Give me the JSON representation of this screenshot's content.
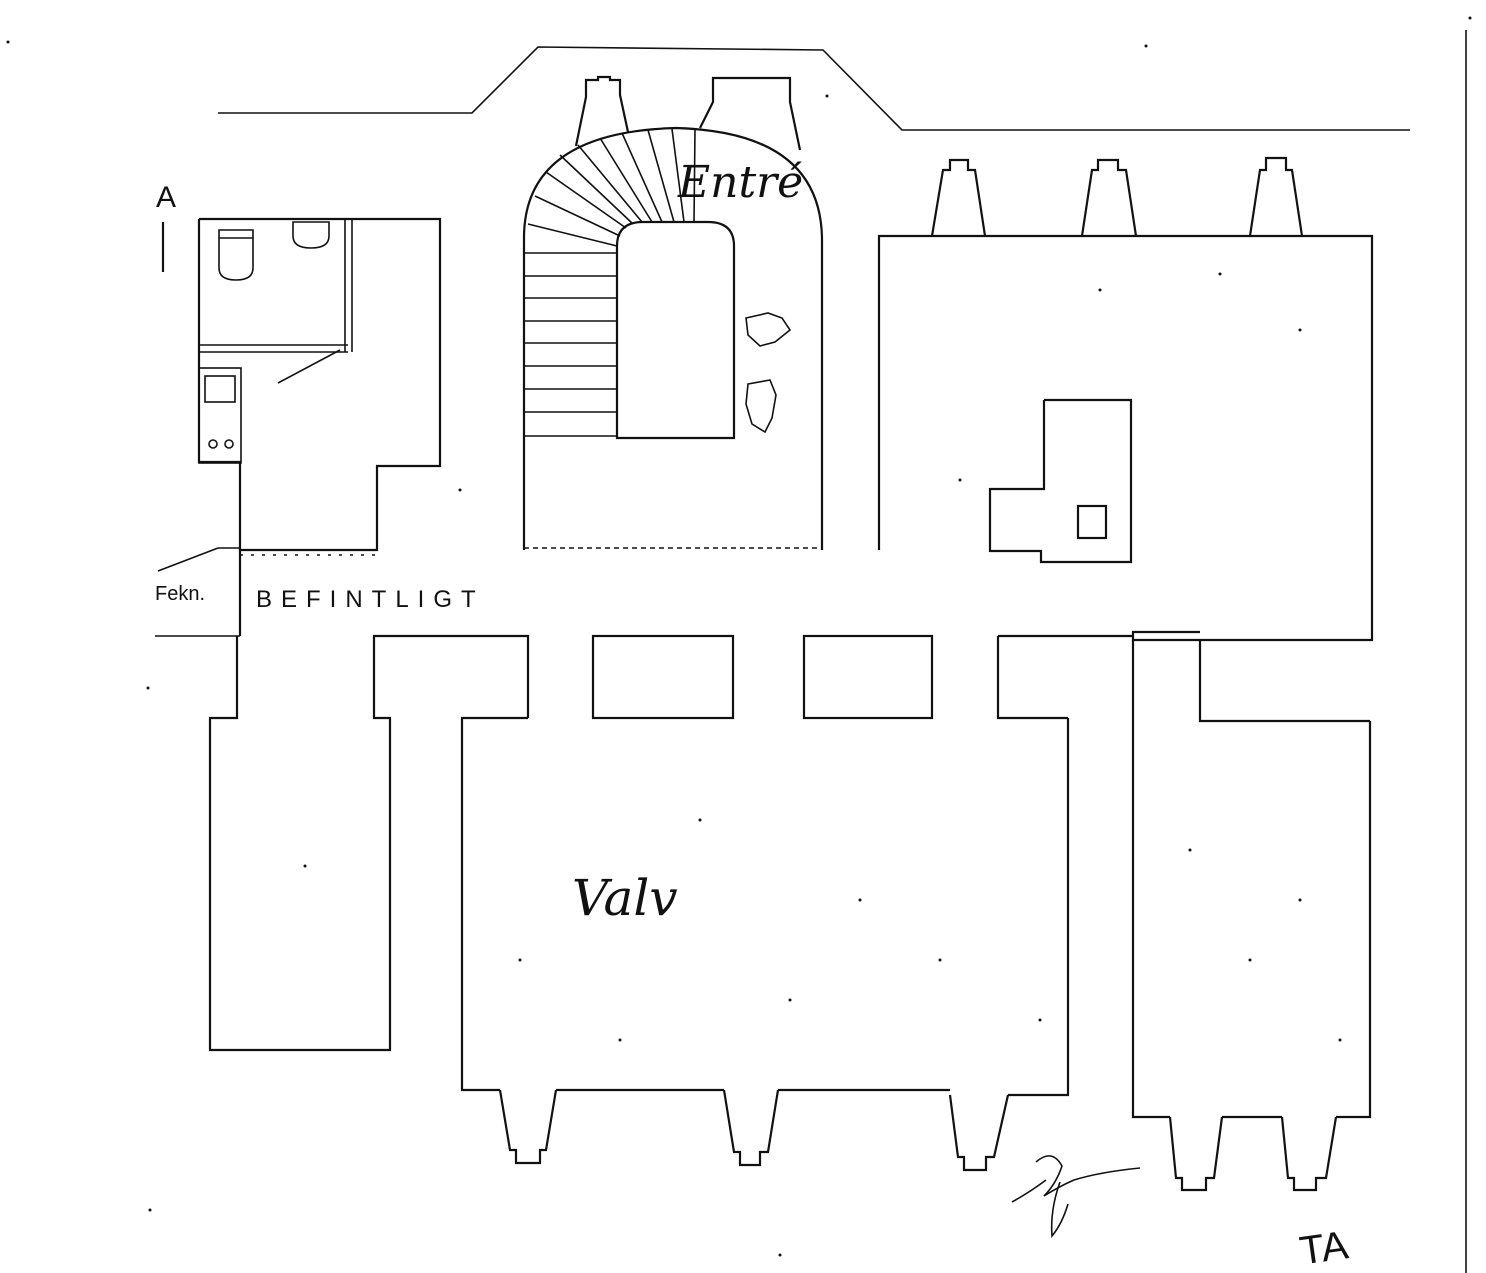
{
  "labels": {
    "entrance": "Entré",
    "vault": "Valv",
    "existing": "BEFINTLIGT",
    "drawing_abbrev": "Fekn.",
    "section_marker": "A",
    "initials": "TA"
  },
  "colors": {
    "ink": "#111111",
    "paper": "#ffffff"
  }
}
